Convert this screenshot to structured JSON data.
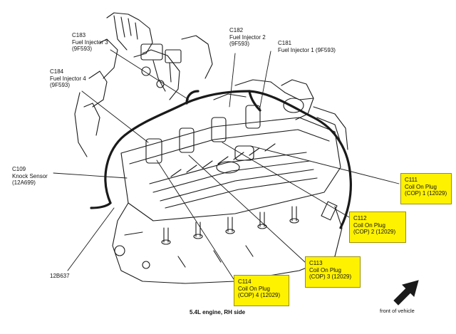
{
  "callouts": {
    "c183": {
      "id": "C183",
      "name": "Fuel Injector 3",
      "part": "(9F593)"
    },
    "c182": {
      "id": "C182",
      "name": "Fuel Injector 2",
      "part": "(9F593)"
    },
    "c181": {
      "id": "C181",
      "name": "Fuel Injector 1 (9F593)"
    },
    "c184": {
      "id": "C184",
      "name": "Fuel Injector 4",
      "part": "(9F593)"
    },
    "c109": {
      "id": "C109",
      "name": "Knock Sensor",
      "part": "(12A699)"
    },
    "part_12b637": "12B637"
  },
  "highlighted": {
    "c111": {
      "id": "C111",
      "line1": "Coil On Plug",
      "line2": "(COP) 1 (12029)"
    },
    "c112": {
      "id": "C112",
      "line1": "Coil On Plug",
      "line2": "(COP) 2 (12029)"
    },
    "c113": {
      "id": "C113",
      "line1": "Coil On Plug",
      "line2": "(COP) 3 (12029)"
    },
    "c114": {
      "id": "C114",
      "line1": "Coil On Plug",
      "line2": "(COP) 4 (12029)"
    }
  },
  "caption": "5.4L engine, RH side",
  "front_label": "front of vehicle",
  "colors": {
    "highlight": "#fff200",
    "line": "#1a1a1a"
  },
  "icons": {
    "front_arrow": "front-of-vehicle-arrow-icon"
  }
}
